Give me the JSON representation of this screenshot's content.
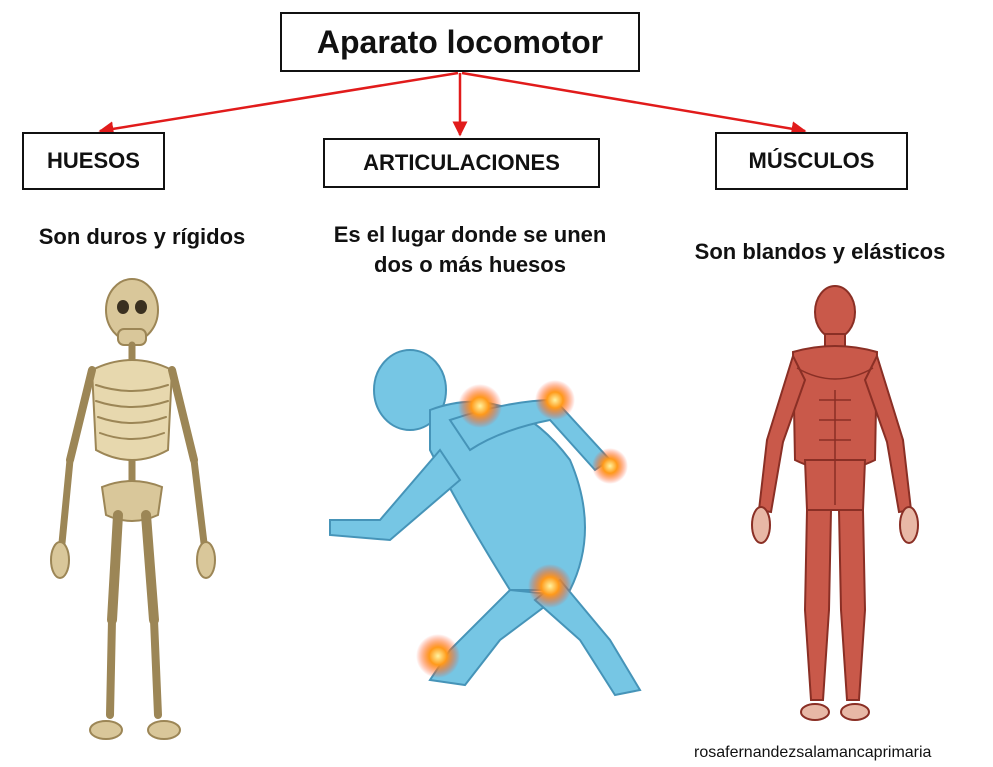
{
  "title": "Aparato locomotor",
  "branches": [
    {
      "label": "HUESOS",
      "description": "Son duros y rígidos",
      "image": "skeleton"
    },
    {
      "label": "ARTICULACIONES",
      "description": "Es el lugar donde se unen dos o más huesos",
      "image": "running-body-joints"
    },
    {
      "label": "MÚSCULOS",
      "description": "Son blandos y elásticos",
      "image": "muscle-body"
    }
  ],
  "credit": "rosafernandezsalamancaprimaria",
  "colors": {
    "arrow": "#e11b1b",
    "border": "#111111",
    "bone": "#d9c79a",
    "body": "#6fc3e3",
    "muscle": "#c9594a",
    "joint": "#ff9a1a"
  }
}
